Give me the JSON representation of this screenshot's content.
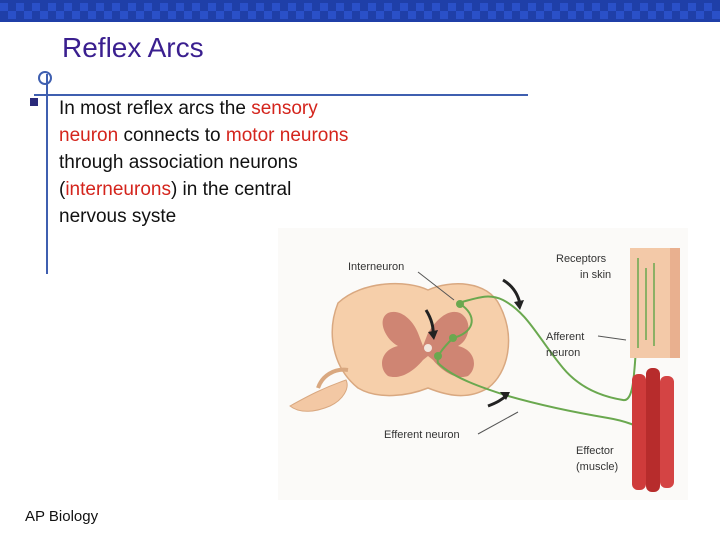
{
  "slide": {
    "title": "Reflex Arcs",
    "footer": "AP Biology"
  },
  "bullet": {
    "segments": [
      {
        "text": "In most reflex arcs the ",
        "color": "#111111"
      },
      {
        "text": "sensory neuron",
        "color": "#d4241c"
      },
      {
        "text": " connects to ",
        "color": "#111111"
      },
      {
        "text": "motor neurons",
        "color": "#d4241c"
      },
      {
        "text": " through association neurons (",
        "color": "#111111"
      },
      {
        "text": "interneurons",
        "color": "#d4241c"
      },
      {
        "text": ") in the central nervous syste",
        "color": "#111111"
      }
    ]
  },
  "diagram": {
    "labels": {
      "interneuron": "Interneuron",
      "receptors_1": "Receptors",
      "receptors_2": "in skin",
      "afferent_1": "Afferent",
      "afferent_2": "neuron",
      "efferent": "Efferent neuron",
      "effector_1": "Effector",
      "effector_2": "(muscle)"
    }
  }
}
